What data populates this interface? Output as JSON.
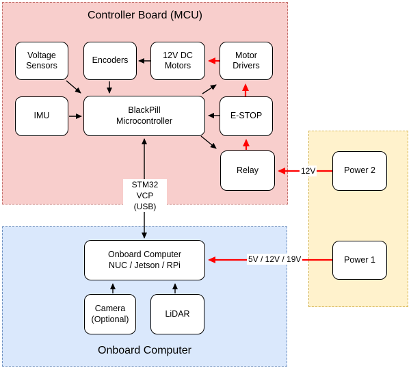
{
  "sections": {
    "controller": {
      "title": "Controller Board (MCU)"
    },
    "onboard": {
      "title": "Onboard Computer"
    }
  },
  "nodes": {
    "voltage_sensors": {
      "label": "Voltage\nSensors"
    },
    "encoders": {
      "label": "Encoders"
    },
    "dc_motors": {
      "label": "12V DC\nMotors"
    },
    "motor_drivers": {
      "label": "Motor\nDrivers"
    },
    "imu": {
      "label": "IMU"
    },
    "blackpill": {
      "label": "BlackPill\nMicrocontroller"
    },
    "estop": {
      "label": "E-STOP"
    },
    "relay": {
      "label": "Relay"
    },
    "onboard_computer": {
      "label": "Onboard Computer\nNUC / Jetson / RPi"
    },
    "camera": {
      "label": "Camera\n(Optional)"
    },
    "lidar": {
      "label": "LiDAR"
    },
    "power2": {
      "label": "Power 2"
    },
    "power1": {
      "label": "Power 1"
    }
  },
  "edge_labels": {
    "usb": "STM32 VCP\n(USB)",
    "power2_line": "12V",
    "power1_line": "5V / 12V / 19V"
  },
  "colors": {
    "controller_fill": "#f8cecc",
    "controller_border": "#c4706c",
    "onboard_fill": "#dae8fc",
    "onboard_border": "#6c8ebf",
    "power_fill": "#fff2cc",
    "power_border": "#d6b656",
    "node_fill": "#ffffff",
    "node_border": "#000000",
    "arrow_black": "#000000",
    "arrow_red": "#ff0000"
  }
}
